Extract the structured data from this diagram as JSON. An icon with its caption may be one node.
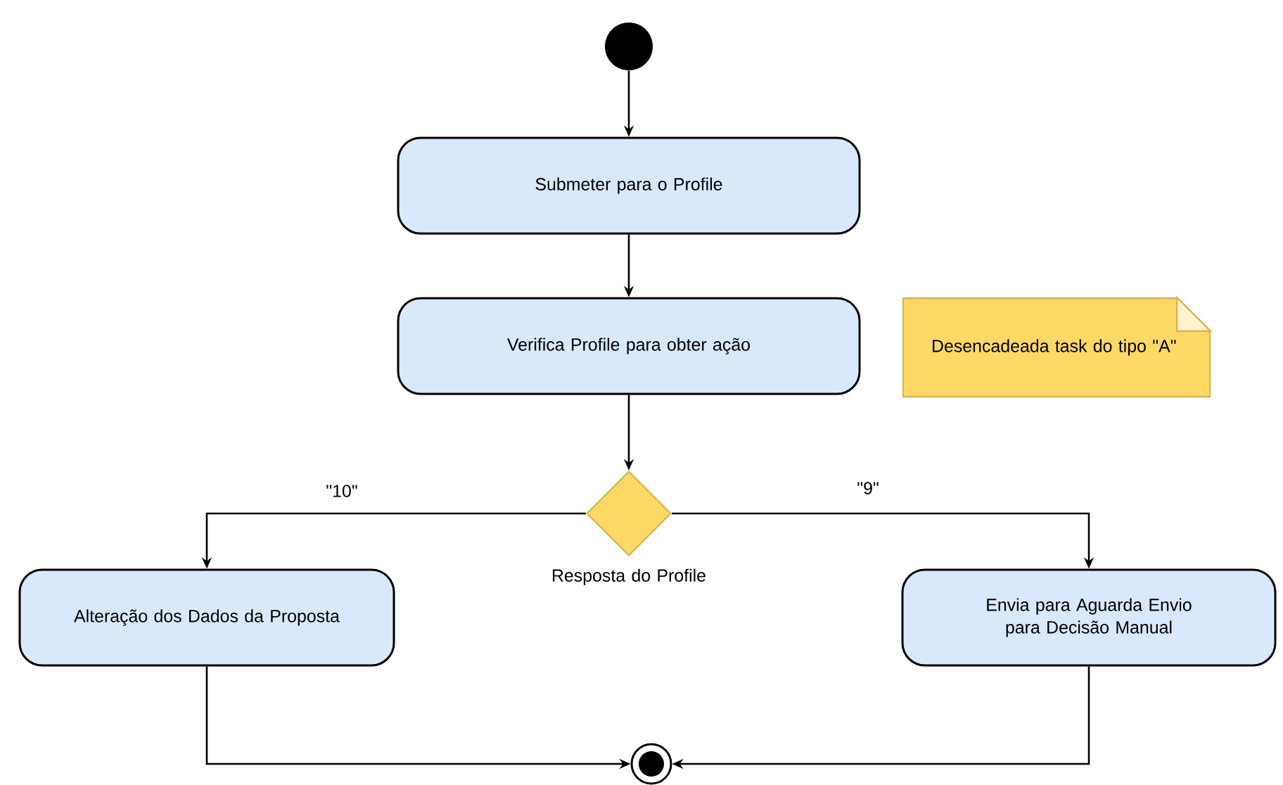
{
  "diagram": {
    "nodes": [
      {
        "text": [],
        "shape": "circle"
      },
      {
        "text": [
          "Submeter para o Profile"
        ]
      },
      {
        "text": [
          "Verifica Profile para obter ação"
        ]
      },
      {
        "text": [
          "Desencadeada task do tipo \"A\""
        ]
      },
      {
        "text": [],
        "shape": "diamond",
        "beside": [
          "Resposta do Profile"
        ]
      },
      {
        "text": [
          "Alteração dos Dados da Proposta"
        ]
      },
      {
        "text": [
          "Envia para Aguarda Envio para Decisão Manual"
        ]
      },
      {
        "text": [],
        "shape": "circle"
      }
    ],
    "edges": [
      {
        "from": 0,
        "to": 1,
        "arrow": "to"
      },
      {
        "from": 1,
        "to": 2,
        "arrow": "to"
      },
      {
        "from": 2,
        "to": 4,
        "arrow": "to"
      },
      {
        "from": 4,
        "to": 5,
        "arrow": "to",
        "label": "\"10\""
      },
      {
        "from": 4,
        "to": 6,
        "arrow": "to",
        "label": "\"9\""
      },
      {
        "from": 5,
        "to": 7,
        "arrow": "to"
      },
      {
        "from": 6,
        "to": 7,
        "arrow": "to"
      }
    ]
  }
}
